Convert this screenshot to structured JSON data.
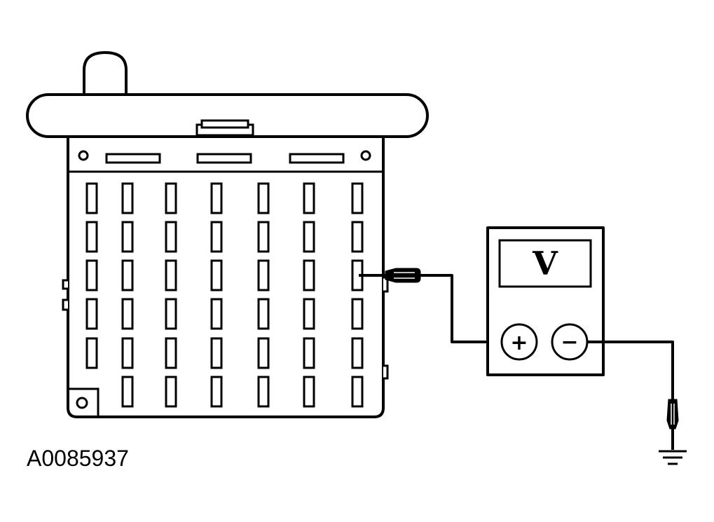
{
  "figure": {
    "id_label": "A0085937"
  },
  "meter": {
    "display_letter": "V",
    "positive_sign": "+",
    "negative_sign": "−"
  },
  "fuse_panel": {
    "columns": 7,
    "rows": 6
  }
}
